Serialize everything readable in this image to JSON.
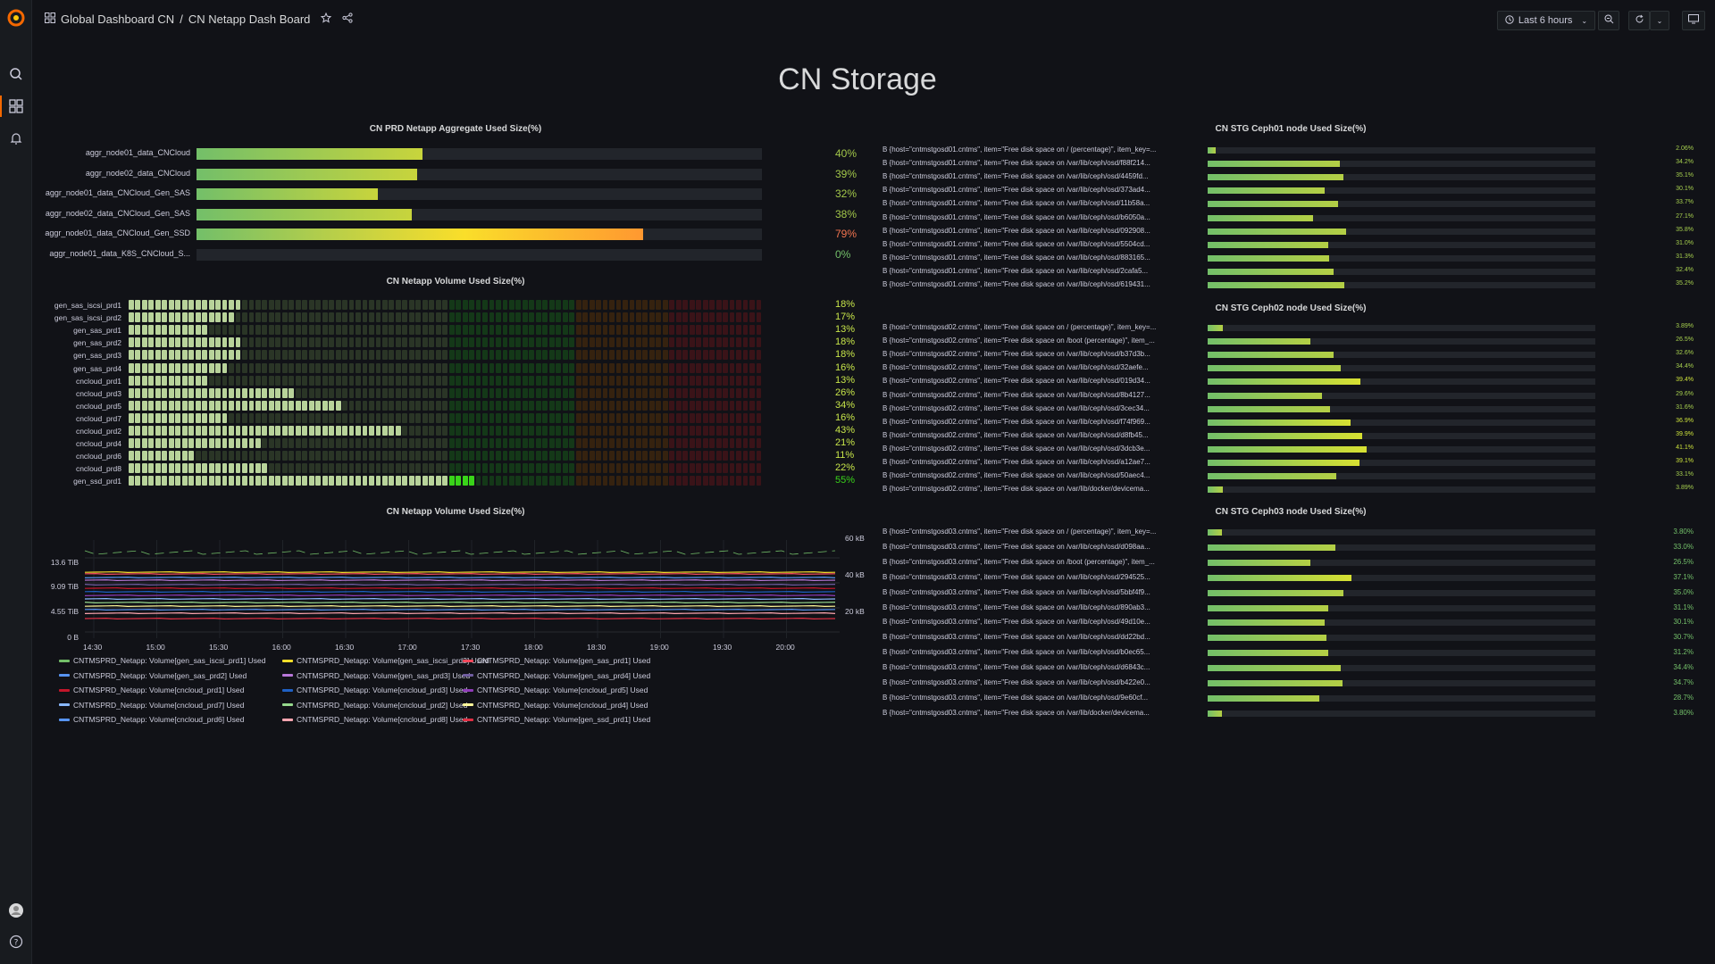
{
  "topbar": {
    "breadcrumb_folder": "Global Dashboard CN",
    "breadcrumb_sep": "/",
    "breadcrumb_dashboard": "CN Netapp Dash Board",
    "time_range": "Last 6 hours"
  },
  "dashboard_title": "CN Storage",
  "agg_panel": {
    "title": "CN PRD Netapp Aggregate Used Size(%)",
    "rows": [
      {
        "label": "aggr_node01_data_CNCloud",
        "value": 40,
        "text": "40%",
        "color": "#a3c84a"
      },
      {
        "label": "aggr_node02_data_CNCloud",
        "value": 39,
        "text": "39%",
        "color": "#a3c84a"
      },
      {
        "label": "aggr_node01_data_CNCloud_Gen_SAS",
        "value": 32,
        "text": "32%",
        "color": "#a3c84a"
      },
      {
        "label": "aggr_node02_data_CNCloud_Gen_SAS",
        "value": 38,
        "text": "38%",
        "color": "#a3c84a"
      },
      {
        "label": "aggr_node01_data_CNCloud_Gen_SSD",
        "value": 79,
        "text": "79%",
        "color": "#f2744f"
      },
      {
        "label": "aggr_node01_data_K8S_CNCloud_S...",
        "value": 0,
        "text": "0%",
        "color": "#73bf69"
      }
    ]
  },
  "vol_panel": {
    "title": "CN Netapp Volume Used Size(%)",
    "rows": [
      {
        "label": "gen_sas_iscsi_prd1",
        "value": 18,
        "text": "18%"
      },
      {
        "label": "gen_sas_iscsi_prd2",
        "value": 17,
        "text": "17%"
      },
      {
        "label": "gen_sas_prd1",
        "value": 13,
        "text": "13%"
      },
      {
        "label": "gen_sas_prd2",
        "value": 18,
        "text": "18%"
      },
      {
        "label": "gen_sas_prd3",
        "value": 18,
        "text": "18%"
      },
      {
        "label": "gen_sas_prd4",
        "value": 16,
        "text": "16%"
      },
      {
        "label": "cncloud_prd1",
        "value": 13,
        "text": "13%"
      },
      {
        "label": "cncloud_prd3",
        "value": 26,
        "text": "26%"
      },
      {
        "label": "cncloud_prd5",
        "value": 34,
        "text": "34%"
      },
      {
        "label": "cncloud_prd7",
        "value": 16,
        "text": "16%"
      },
      {
        "label": "cncloud_prd2",
        "value": 43,
        "text": "43%"
      },
      {
        "label": "cncloud_prd4",
        "value": 21,
        "text": "21%"
      },
      {
        "label": "cncloud_prd6",
        "value": 11,
        "text": "11%"
      },
      {
        "label": "cncloud_prd8",
        "value": 22,
        "text": "22%"
      },
      {
        "label": "gen_ssd_prd1",
        "value": 55,
        "text": "55%"
      }
    ]
  },
  "ts_panel": {
    "title": "CN Netapp Volume Used Size(%)",
    "y_left": [
      "13.6 TiB",
      "9.09 TiB",
      "4.55 TiB",
      "0 B"
    ],
    "y_right": [
      "60 kB",
      "40 kB",
      "20 kB"
    ],
    "x_ticks": [
      "14:30",
      "15:00",
      "15:30",
      "16:00",
      "16:30",
      "17:00",
      "17:30",
      "18:00",
      "18:30",
      "19:00",
      "19:30",
      "20:00"
    ],
    "legend": [
      {
        "label": "CNTMSPRD_Netapp: Volume[gen_sas_iscsi_prd1] Used",
        "color": "#73bf69"
      },
      {
        "label": "CNTMSPRD_Netapp: Volume[gen_sas_iscsi_prd2] Used",
        "color": "#fade2a"
      },
      {
        "label": "CNTMSPRD_Netapp: Volume[gen_sas_prd1] Used",
        "color": "#f2495c"
      },
      {
        "label": "CNTMSPRD_Netapp: Volume[gen_sas_prd2] Used",
        "color": "#5794f2"
      },
      {
        "label": "CNTMSPRD_Netapp: Volume[gen_sas_prd3] Used",
        "color": "#b877d9"
      },
      {
        "label": "CNTMSPRD_Netapp: Volume[gen_sas_prd4] Used",
        "color": "#705da0"
      },
      {
        "label": "CNTMSPRD_Netapp: Volume[cncloud_prd1] Used",
        "color": "#c4162a"
      },
      {
        "label": "CNTMSPRD_Netapp: Volume[cncloud_prd3] Used",
        "color": "#1f60c4"
      },
      {
        "label": "CNTMSPRD_Netapp: Volume[cncloud_prd5] Used",
        "color": "#8f3bb8"
      },
      {
        "label": "CNTMSPRD_Netapp: Volume[cncloud_prd7] Used",
        "color": "#8ab8ff"
      },
      {
        "label": "CNTMSPRD_Netapp: Volume[cncloud_prd2] Used",
        "color": "#96d98d"
      },
      {
        "label": "CNTMSPRD_Netapp: Volume[cncloud_prd4] Used",
        "color": "#fff899"
      },
      {
        "label": "CNTMSPRD_Netapp: Volume[cncloud_prd6] Used",
        "color": "#5794f2"
      },
      {
        "label": "CNTMSPRD_Netapp: Volume[cncloud_prd8] Used",
        "color": "#ffa6b0"
      },
      {
        "label": "CNTMSPRD_Netapp: Volume[gen_ssd_prd1] Used",
        "color": "#e02f44"
      }
    ]
  },
  "ceph01": {
    "title": "CN STG Ceph01 node Used Size(%)",
    "rows": [
      {
        "label": "B {host=\"cntmstgosd01.cntms\", item=\"Free disk space on / (percentage)\", item_key=...",
        "value": 2.06,
        "text": "2.06%"
      },
      {
        "label": "B {host=\"cntmstgosd01.cntms\", item=\"Free disk space on /var/lib/ceph/osd/f88f214...",
        "value": 34.2,
        "text": "34.2%"
      },
      {
        "label": "B {host=\"cntmstgosd01.cntms\", item=\"Free disk space on /var/lib/ceph/osd/4459fd...",
        "value": 35.1,
        "text": "35.1%"
      },
      {
        "label": "B {host=\"cntmstgosd01.cntms\", item=\"Free disk space on /var/lib/ceph/osd/373ad4...",
        "value": 30.1,
        "text": "30.1%"
      },
      {
        "label": "B {host=\"cntmstgosd01.cntms\", item=\"Free disk space on /var/lib/ceph/osd/11b58a...",
        "value": 33.7,
        "text": "33.7%"
      },
      {
        "label": "B {host=\"cntmstgosd01.cntms\", item=\"Free disk space on /var/lib/ceph/osd/b6050a...",
        "value": 27.1,
        "text": "27.1%"
      },
      {
        "label": "B {host=\"cntmstgosd01.cntms\", item=\"Free disk space on /var/lib/ceph/osd/092908...",
        "value": 35.8,
        "text": "35.8%"
      },
      {
        "label": "B {host=\"cntmstgosd01.cntms\", item=\"Free disk space on /var/lib/ceph/osd/5504cd...",
        "value": 31.0,
        "text": "31.0%"
      },
      {
        "label": "B {host=\"cntmstgosd01.cntms\", item=\"Free disk space on /var/lib/ceph/osd/883165...",
        "value": 31.3,
        "text": "31.3%"
      },
      {
        "label": "B {host=\"cntmstgosd01.cntms\", item=\"Free disk space on /var/lib/ceph/osd/2cafa5...",
        "value": 32.4,
        "text": "32.4%"
      },
      {
        "label": "B {host=\"cntmstgosd01.cntms\", item=\"Free disk space on /var/lib/ceph/osd/619431...",
        "value": 35.2,
        "text": "35.2%"
      }
    ]
  },
  "ceph02": {
    "title": "CN STG Ceph02 node Used Size(%)",
    "rows": [
      {
        "label": "B {host=\"cntmstgosd02.cntms\", item=\"Free disk space on / (percentage)\", item_key=...",
        "value": 3.89,
        "text": "3.89%"
      },
      {
        "label": "B {host=\"cntmstgosd02.cntms\", item=\"Free disk space on /boot (percentage)\", item_...",
        "value": 26.5,
        "text": "26.5%"
      },
      {
        "label": "B {host=\"cntmstgosd02.cntms\", item=\"Free disk space on /var/lib/ceph/osd/b37d3b...",
        "value": 32.6,
        "text": "32.6%"
      },
      {
        "label": "B {host=\"cntmstgosd02.cntms\", item=\"Free disk space on /var/lib/ceph/osd/32aefe...",
        "value": 34.4,
        "text": "34.4%"
      },
      {
        "label": "B {host=\"cntmstgosd02.cntms\", item=\"Free disk space on /var/lib/ceph/osd/019d34...",
        "value": 39.4,
        "text": "39.4%"
      },
      {
        "label": "B {host=\"cntmstgosd02.cntms\", item=\"Free disk space on /var/lib/ceph/osd/8b4127...",
        "value": 29.6,
        "text": "29.6%"
      },
      {
        "label": "B {host=\"cntmstgosd02.cntms\", item=\"Free disk space on /var/lib/ceph/osd/3cec34...",
        "value": 31.6,
        "text": "31.6%"
      },
      {
        "label": "B {host=\"cntmstgosd02.cntms\", item=\"Free disk space on /var/lib/ceph/osd/f74f969...",
        "value": 36.9,
        "text": "36.9%"
      },
      {
        "label": "B {host=\"cntmstgosd02.cntms\", item=\"Free disk space on /var/lib/ceph/osd/d8fb45...",
        "value": 39.9,
        "text": "39.9%"
      },
      {
        "label": "B {host=\"cntmstgosd02.cntms\", item=\"Free disk space on /var/lib/ceph/osd/3dcb3e...",
        "value": 41.1,
        "text": "41.1%"
      },
      {
        "label": "B {host=\"cntmstgosd02.cntms\", item=\"Free disk space on /var/lib/ceph/osd/a12ae7...",
        "value": 39.1,
        "text": "39.1%"
      },
      {
        "label": "B {host=\"cntmstgosd02.cntms\", item=\"Free disk space on /var/lib/ceph/osd/50aec4...",
        "value": 33.1,
        "text": "33.1%"
      },
      {
        "label": "B {host=\"cntmstgosd02.cntms\", item=\"Free disk space on /var/lib/docker/devicema...",
        "value": 3.89,
        "text": "3.89%"
      }
    ]
  },
  "ceph03": {
    "title": "CN STG Ceph03 node Used Size(%)",
    "rows": [
      {
        "label": "B {host=\"cntmstgosd03.cntms\", item=\"Free disk space on / (percentage)\", item_key=...",
        "value": 3.8,
        "text": "3.80%"
      },
      {
        "label": "B {host=\"cntmstgosd03.cntms\", item=\"Free disk space on /var/lib/ceph/osd/d098aa...",
        "value": 33.0,
        "text": "33.0%"
      },
      {
        "label": "B {host=\"cntmstgosd03.cntms\", item=\"Free disk space on /boot (percentage)\", item_...",
        "value": 26.5,
        "text": "26.5%"
      },
      {
        "label": "B {host=\"cntmstgosd03.cntms\", item=\"Free disk space on /var/lib/ceph/osd/294525...",
        "value": 37.1,
        "text": "37.1%"
      },
      {
        "label": "B {host=\"cntmstgosd03.cntms\", item=\"Free disk space on /var/lib/ceph/osd/5bbf4f9...",
        "value": 35.0,
        "text": "35.0%"
      },
      {
        "label": "B {host=\"cntmstgosd03.cntms\", item=\"Free disk space on /var/lib/ceph/osd/890ab3...",
        "value": 31.1,
        "text": "31.1%"
      },
      {
        "label": "B {host=\"cntmstgosd03.cntms\", item=\"Free disk space on /var/lib/ceph/osd/49d10e...",
        "value": 30.1,
        "text": "30.1%"
      },
      {
        "label": "B {host=\"cntmstgosd03.cntms\", item=\"Free disk space on /var/lib/ceph/osd/dd22bd...",
        "value": 30.7,
        "text": "30.7%"
      },
      {
        "label": "B {host=\"cntmstgosd03.cntms\", item=\"Free disk space on /var/lib/ceph/osd/b0ec65...",
        "value": 31.2,
        "text": "31.2%"
      },
      {
        "label": "B {host=\"cntmstgosd03.cntms\", item=\"Free disk space on /var/lib/ceph/osd/d6843c...",
        "value": 34.4,
        "text": "34.4%"
      },
      {
        "label": "B {host=\"cntmstgosd03.cntms\", item=\"Free disk space on /var/lib/ceph/osd/b422e0...",
        "value": 34.7,
        "text": "34.7%"
      },
      {
        "label": "B {host=\"cntmstgosd03.cntms\", item=\"Free disk space on /var/lib/ceph/osd/9e60cf...",
        "value": 28.7,
        "text": "28.7%"
      },
      {
        "label": "B {host=\"cntmstgosd03.cntms\", item=\"Free disk space on /var/lib/docker/devicema...",
        "value": 3.8,
        "text": "3.80%"
      }
    ]
  }
}
